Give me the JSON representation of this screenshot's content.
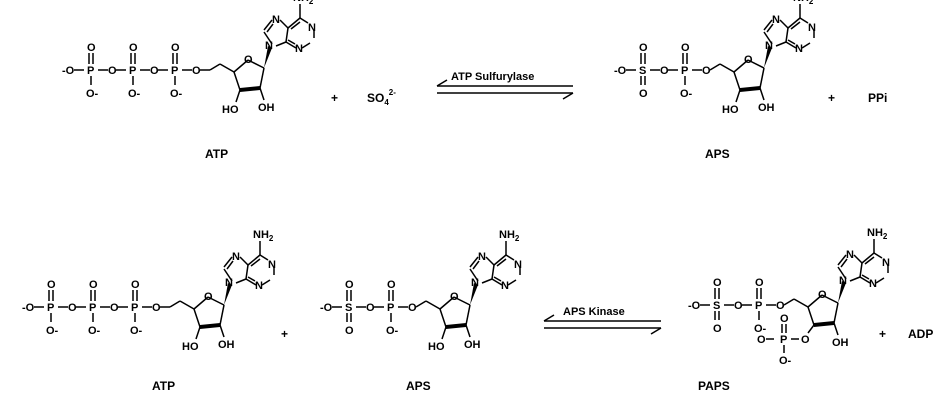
{
  "reaction_1": {
    "enzyme": "ATP Sulfurylase",
    "reactant_1": "ATP",
    "reactant_2_formula": "SO",
    "reactant_2_subscript": "4",
    "reactant_2_charge": "2-",
    "product_1": "APS",
    "product_2": "PPi",
    "plus": "+"
  },
  "reaction_2": {
    "enzyme": "APS Kinase",
    "reactant_1": "ATP",
    "reactant_2": "APS",
    "product_1": "PAPS",
    "product_2": "ADP",
    "plus": "+"
  },
  "atoms": {
    "oxygen": "O",
    "phosphorus": "P",
    "sulfur": "S",
    "nitrogen": "N",
    "anion_oxygen": "-O",
    "anion_oxygen_below": "O-",
    "amine": "NH",
    "amine_subscript": "2",
    "hydroxyl_left": "HO",
    "hydroxyl_right": "OH"
  }
}
